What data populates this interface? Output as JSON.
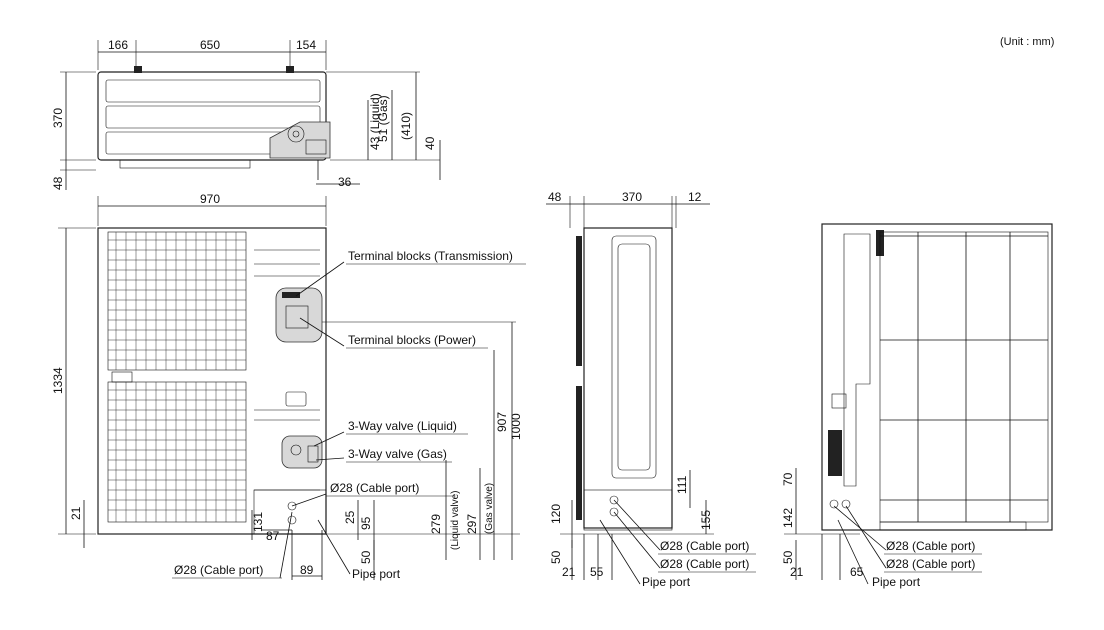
{
  "unit_note": "(Unit : mm)",
  "top_view": {
    "dims_top": [
      "166",
      "650",
      "154"
    ],
    "dim_depth": "370",
    "dim_bottom": "48",
    "dim_liquid": "43 (Liquid)",
    "dim_gas": "51 (Gas)",
    "dim_overall": "(410)",
    "dim_40": "40",
    "dim_36": "36"
  },
  "front_view": {
    "dim_width": "970",
    "dim_height": "1334",
    "dim_1000": "1000",
    "dim_907": "907",
    "dim_279": "279",
    "dim_liquid_valve": "(Liquid valve)",
    "dim_297": "297",
    "dim_gas_valve": "(Gas valve)",
    "dim_95": "95",
    "dim_25": "25",
    "dim_50": "50",
    "dim_21": "21",
    "dim_131": "131",
    "dim_87": "87",
    "dim_89": "89",
    "label_transmission": "Terminal blocks (Transmission)",
    "label_power": "Terminal blocks (Power)",
    "label_valve_liquid": "3-Way valve (Liquid)",
    "label_valve_gas": "3-Way valve (Gas)",
    "label_cable_port_top": "Ø28 (Cable port)",
    "label_cable_port_bottom": "Ø28 (Cable port)",
    "label_pipe_port": "Pipe port"
  },
  "side_view": {
    "dims_top": [
      "48",
      "370",
      "12"
    ],
    "dim_120": "120",
    "dim_50": "50",
    "dim_21": "21",
    "dim_55": "55",
    "dim_111": "111",
    "dim_155": "155",
    "label_cable_port_1": "Ø28 (Cable port)",
    "label_cable_port_2": "Ø28 (Cable port)",
    "label_pipe_port": "Pipe port"
  },
  "rear_view": {
    "dim_70": "70",
    "dim_142": "142",
    "dim_50": "50",
    "dim_21": "21",
    "dim_65": "65",
    "label_cable_port_1": "Ø28 (Cable port)",
    "label_cable_port_2": "Ø28 (Cable port)",
    "label_pipe_port": "Pipe port"
  }
}
